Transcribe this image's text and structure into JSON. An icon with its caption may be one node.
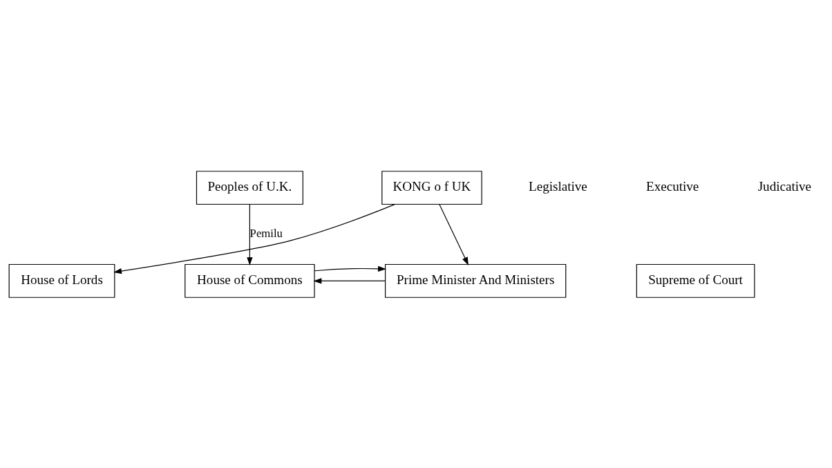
{
  "diagram": {
    "nodes": [
      {
        "text": [
          "KONG o f UK"
        ]
      },
      {
        "text": [
          "House of Lords"
        ]
      },
      {
        "text": [
          "House of Commons"
        ]
      },
      {
        "text": [
          "Prime Minister And Ministers"
        ]
      },
      {
        "text": [
          "Supreme of Court"
        ]
      },
      {
        "text": [
          "Peoples of U.K."
        ]
      }
    ],
    "edges": [
      {
        "from": 0,
        "to": 1,
        "arrow": "to"
      },
      {
        "from": 0,
        "to": 3,
        "arrow": "to"
      },
      {
        "from": 3,
        "to": 2,
        "arrow": "to"
      },
      {
        "from": 2,
        "to": 3,
        "arrow": "to"
      },
      {
        "from": 5,
        "to": 2,
        "arrow": "to",
        "label": "Pemilu"
      }
    ],
    "labels": [
      "Legislative",
      "Executive",
      "Judicative"
    ]
  }
}
